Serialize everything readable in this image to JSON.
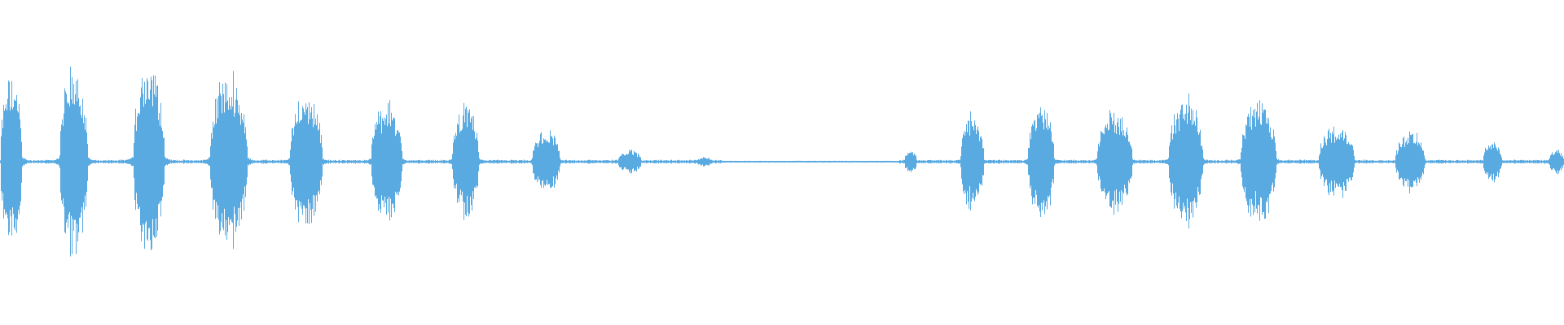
{
  "waveform": {
    "color": "#5aaae2",
    "background": "#ffffff",
    "bursts": [
      {
        "start": 0.0,
        "end": 0.014,
        "amp": 0.86
      },
      {
        "start": 0.038,
        "end": 0.056,
        "amp": 0.96
      },
      {
        "start": 0.085,
        "end": 0.105,
        "amp": 1.0
      },
      {
        "start": 0.134,
        "end": 0.158,
        "amp": 0.9
      },
      {
        "start": 0.185,
        "end": 0.206,
        "amp": 0.7
      },
      {
        "start": 0.237,
        "end": 0.257,
        "amp": 0.6
      },
      {
        "start": 0.289,
        "end": 0.306,
        "amp": 0.6
      },
      {
        "start": 0.34,
        "end": 0.358,
        "amp": 0.32
      },
      {
        "start": 0.395,
        "end": 0.41,
        "amp": 0.12
      },
      {
        "start": 0.445,
        "end": 0.455,
        "amp": 0.05
      },
      {
        "start": 0.578,
        "end": 0.586,
        "amp": 0.12
      },
      {
        "start": 0.614,
        "end": 0.629,
        "amp": 0.5
      },
      {
        "start": 0.657,
        "end": 0.674,
        "amp": 0.6
      },
      {
        "start": 0.701,
        "end": 0.724,
        "amp": 0.52
      },
      {
        "start": 0.747,
        "end": 0.769,
        "amp": 0.66
      },
      {
        "start": 0.793,
        "end": 0.816,
        "amp": 0.6
      },
      {
        "start": 0.843,
        "end": 0.866,
        "amp": 0.38
      },
      {
        "start": 0.892,
        "end": 0.911,
        "amp": 0.32
      },
      {
        "start": 0.948,
        "end": 0.96,
        "amp": 0.22
      },
      {
        "start": 0.99,
        "end": 1.0,
        "amp": 0.12
      }
    ]
  }
}
